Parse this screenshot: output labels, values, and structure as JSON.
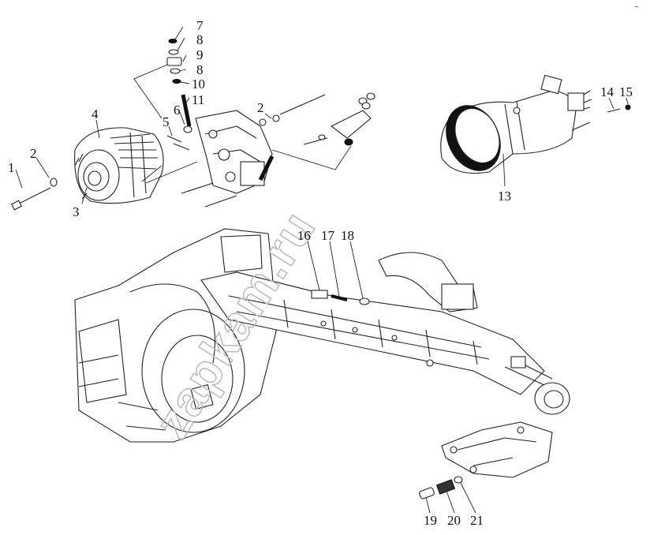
{
  "corner_mark": "~",
  "watermark": "zapkam.ru",
  "callouts": [
    "1",
    "2",
    "3",
    "4",
    "5",
    "6",
    "7",
    "8",
    "9",
    "8",
    "10",
    "11",
    "2",
    "13",
    "14",
    "15",
    "16",
    "17",
    "18",
    "19",
    "20",
    "21"
  ]
}
